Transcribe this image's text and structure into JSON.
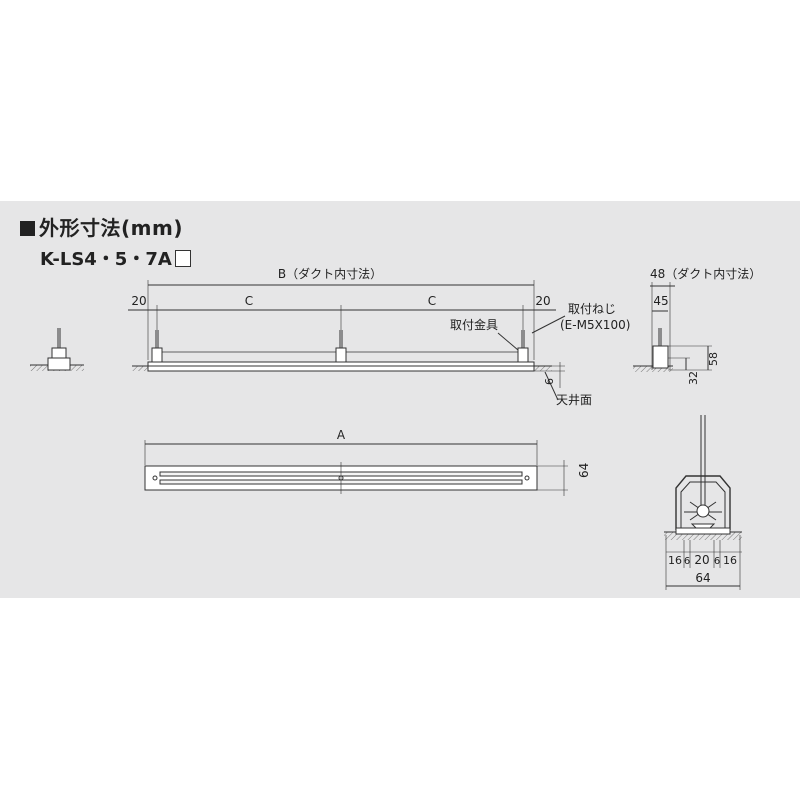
{
  "heading": "外形寸法(mm)",
  "model": "K-LS4・5・7A",
  "labels": {
    "dim_B": "B（ダクト内寸法）",
    "dim_20_left": "20",
    "dim_C_1": "C",
    "dim_C_2": "C",
    "dim_20_right": "20",
    "mount_screw": "取付ねじ",
    "mount_screw_spec": "(E-M5X100)",
    "mount_bracket": "取付金具",
    "ceiling": "天井面",
    "dim_6": "6",
    "dim_A": "A",
    "dim_64_side": "64",
    "dim_48": "48（ダクト内寸法）",
    "dim_45": "45",
    "dim_58": "58",
    "dim_32": "32",
    "bottom_16_l": "16",
    "bottom_6_l": "6",
    "bottom_20": "20",
    "bottom_6_r": "6",
    "bottom_16_r": "16",
    "dim_64_bottom": "64"
  },
  "colors": {
    "panel": "#e6e6e7",
    "line": "#333333",
    "hatch": "#777777"
  }
}
